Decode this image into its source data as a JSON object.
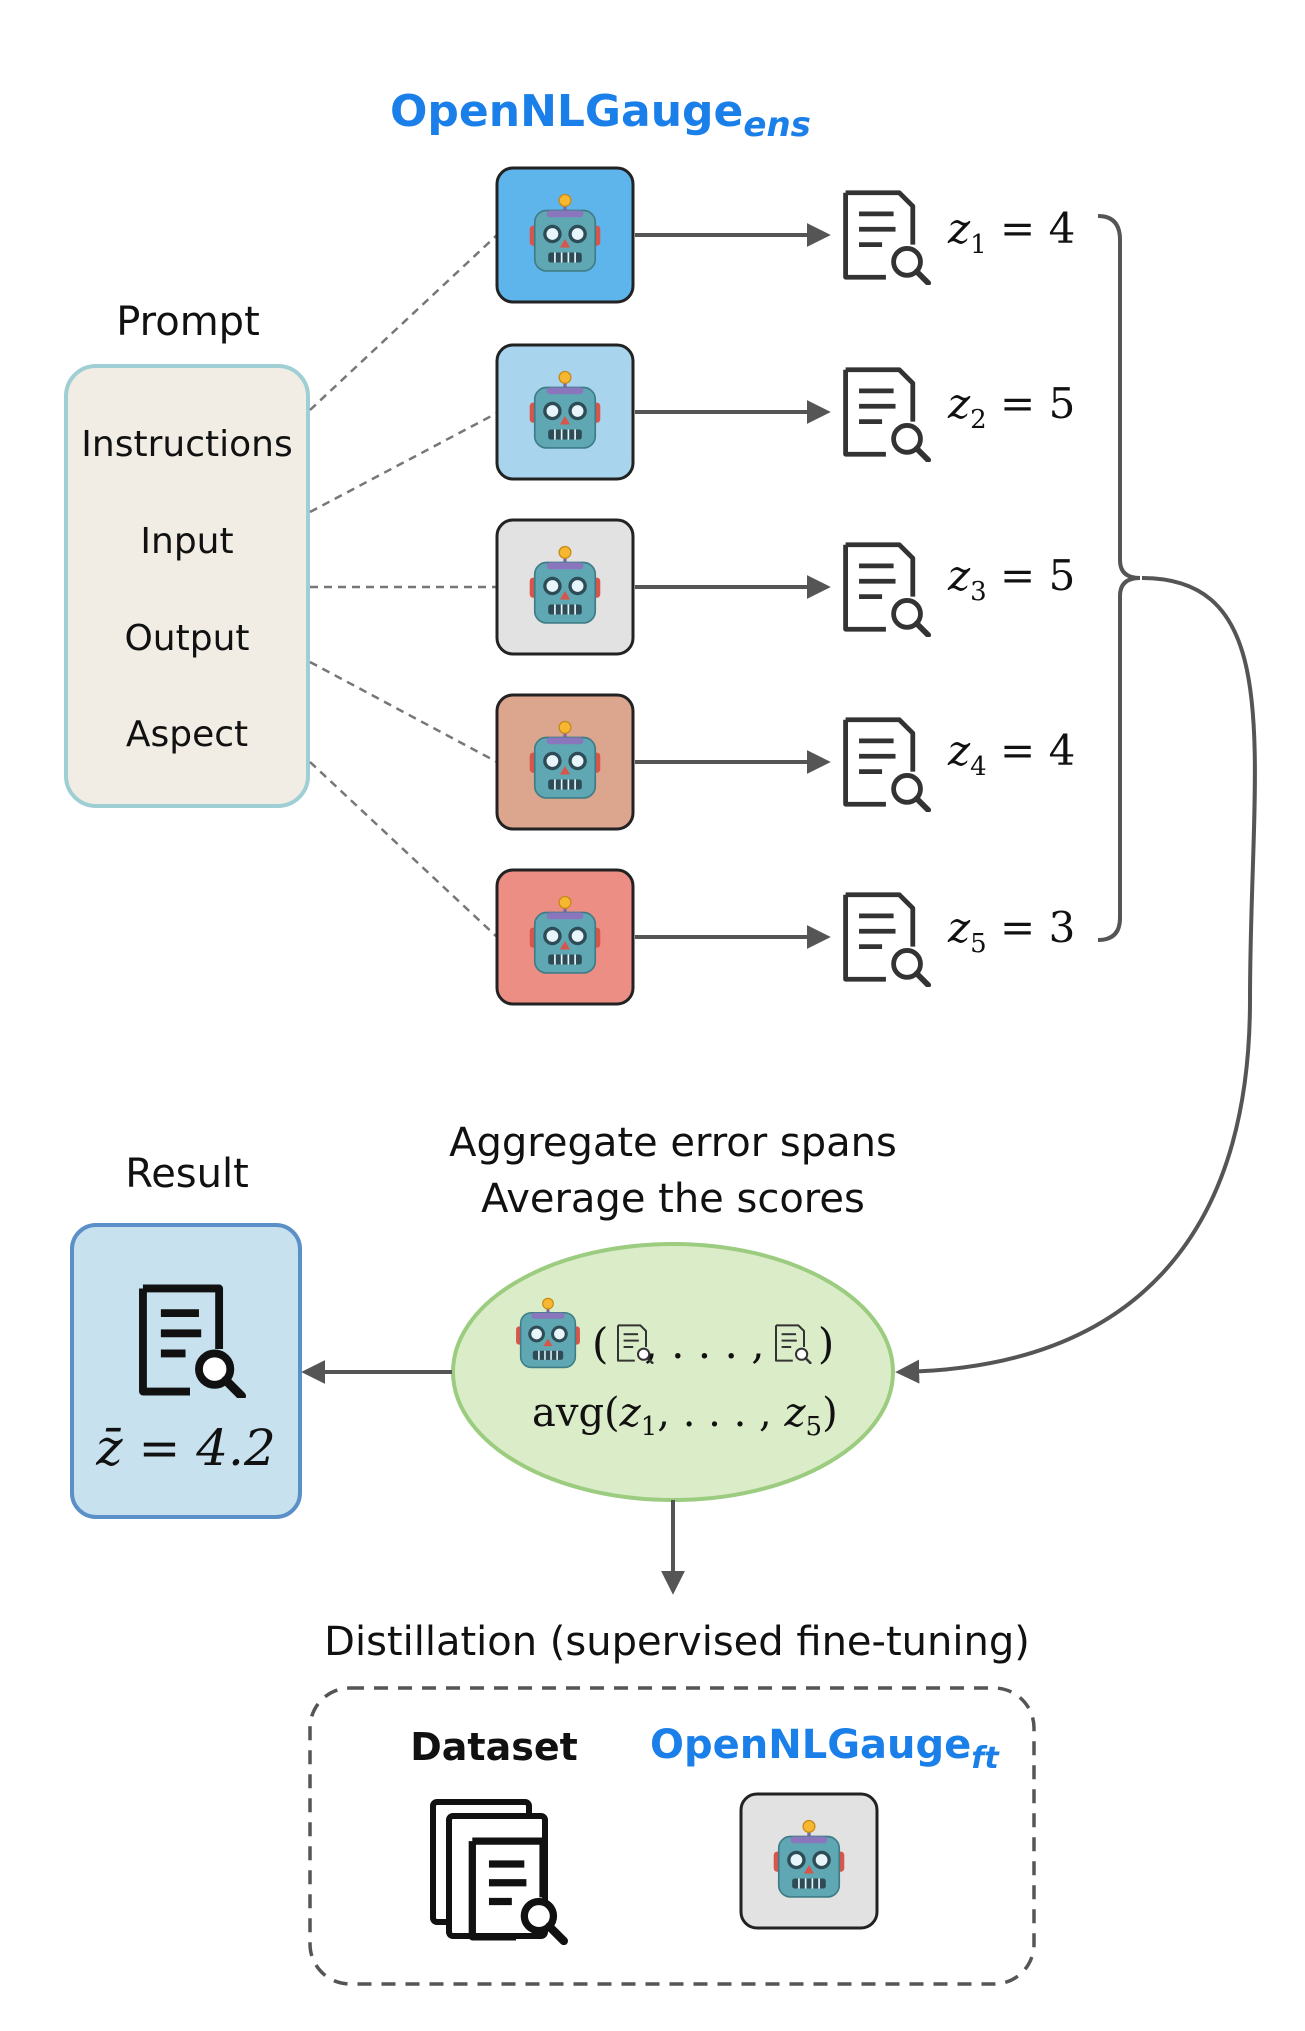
{
  "title_main": "OpenNLGauge",
  "title_sub": "ens",
  "prompt": {
    "title": "Prompt",
    "items": [
      "Instructions",
      "Input",
      "Output",
      "Aspect"
    ]
  },
  "models": [
    {
      "color": "#5eb5ec",
      "score_var": "z",
      "score_index": "1",
      "score_value": "4"
    },
    {
      "color": "#a8d4ee",
      "score_var": "z",
      "score_index": "2",
      "score_value": "5"
    },
    {
      "color": "#e2e2e2",
      "score_var": "z",
      "score_index": "3",
      "score_value": "5"
    },
    {
      "color": "#dba58e",
      "score_var": "z",
      "score_index": "4",
      "score_value": "4"
    },
    {
      "color": "#ec8e84",
      "score_var": "z",
      "score_index": "5",
      "score_value": "3"
    }
  ],
  "aggregate": {
    "line1": "Aggregate error spans",
    "line2": "Average the scores",
    "formula_1": "(, . . . , )",
    "formula_2_func": "avg(",
    "formula_2_var_a": "z",
    "formula_2_sub_a": "1",
    "formula_2_mid": ", . . . , ",
    "formula_2_var_b": "z",
    "formula_2_sub_b": "5",
    "formula_2_end": ")"
  },
  "result": {
    "title": "Result",
    "score_label": "z̄ = 4.2"
  },
  "distillation": {
    "title": "Distillation (supervised fine-tuning)",
    "dataset_label": "Dataset",
    "model_main": "OpenNLGauge",
    "model_sub": "ft"
  },
  "colors": {
    "accent_blue": "#1a7fe8",
    "prompt_fill": "#f1ede4",
    "prompt_border": "#9fcfd4",
    "result_fill": "#c7e2ee",
    "result_border": "#5b8fc8",
    "ellipse_fill": "#dbecc9",
    "ellipse_border": "#9ccc7f",
    "arrow": "#555555"
  },
  "icons": [
    "robot-icon",
    "document-search-icon",
    "documents-stack-icon"
  ]
}
